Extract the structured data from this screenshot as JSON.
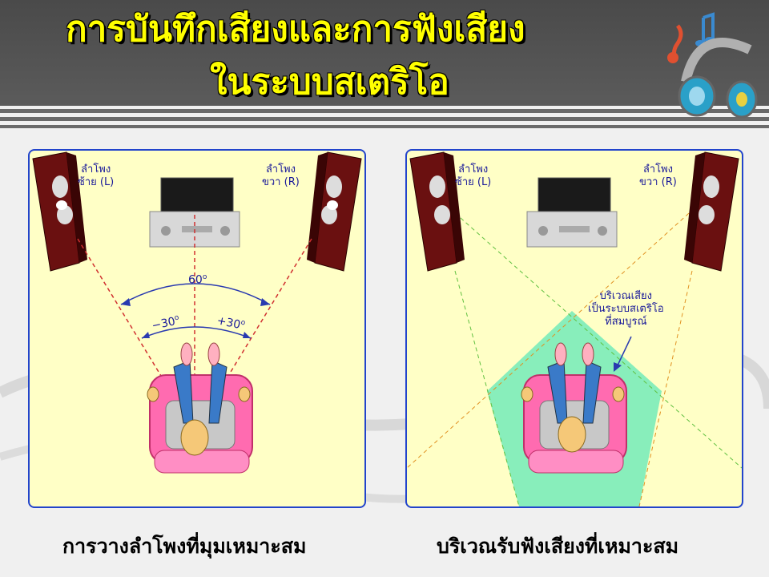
{
  "title": {
    "line1": "การบันทึกเสียงและการฟังเสียง",
    "line2": "ในระบบสเตริโอ"
  },
  "left_panel": {
    "speaker_left_label_line1": "ลำโพง",
    "speaker_left_label_line2": "ซ้าย (L)",
    "speaker_right_label_line1": "ลำโพง",
    "speaker_right_label_line2": "ขวา (R)",
    "angle_total": "60",
    "angle_left": "−30",
    "angle_right": "+30",
    "degree_mark": "o",
    "caption": "การวางลำโพงที่มุมเหมาะสม"
  },
  "right_panel": {
    "speaker_left_label_line1": "ลำโพง",
    "speaker_left_label_line2": "ซ้าย (L)",
    "speaker_right_label_line1": "ลำโพง",
    "speaker_right_label_line2": "ขวา (R)",
    "zone_label_line1": "บริเวณเสียง",
    "zone_label_line2": "เป็นระบบสเตริโอ",
    "zone_label_line3": "ที่สมบูรณ์",
    "caption": "บริเวณรับฟังเสียงที่เหมาะสม"
  },
  "colors": {
    "title_text": "#ffff00",
    "panel_bg": "#ffffc6",
    "panel_border": "#2244cc",
    "zone_fill": "#88eebb"
  },
  "icons": [
    "music-note-icon",
    "headphones-icon",
    "speaker-icon",
    "amplifier-icon",
    "listener-chair-icon"
  ]
}
